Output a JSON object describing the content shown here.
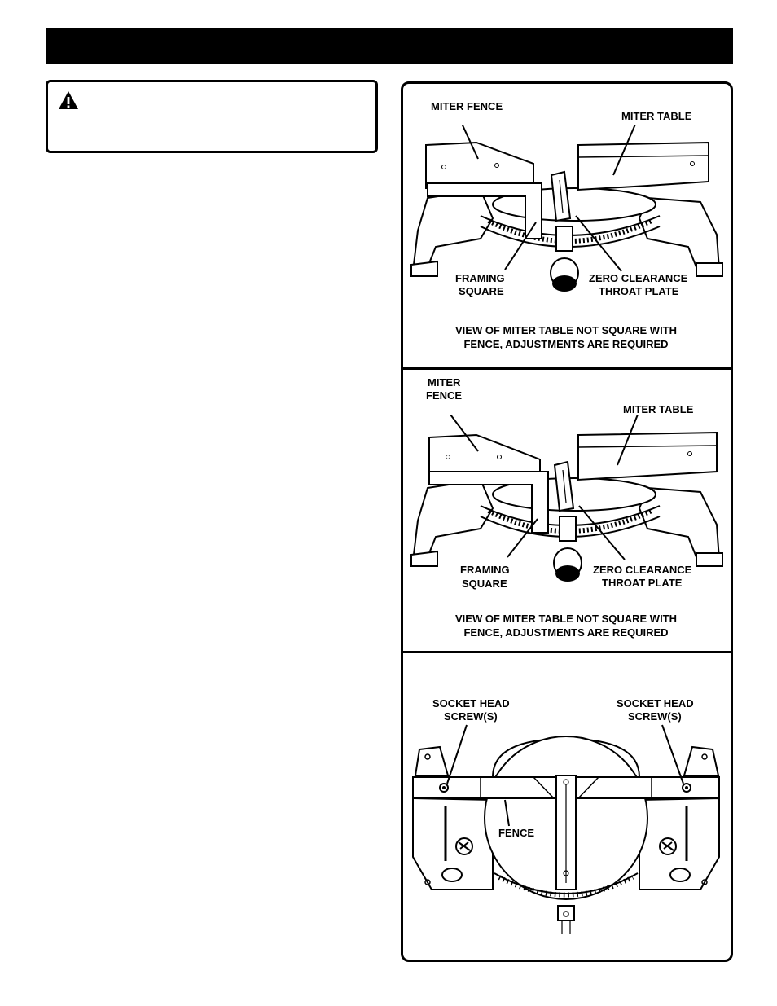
{
  "warning": {
    "icon": "warning-triangle-icon"
  },
  "panel1": {
    "labels": {
      "miter_fence": "MITER FENCE",
      "miter_table": "MITER TABLE",
      "framing_square_1": "FRAMING",
      "framing_square_2": "SQUARE",
      "zero_clearance_1": "ZERO CLEARANCE",
      "zero_clearance_2": "THROAT PLATE"
    },
    "caption_1": "VIEW OF MITER TABLE NOT SQUARE WITH",
    "caption_2": "FENCE, ADJUSTMENTS ARE REQUIRED"
  },
  "panel2": {
    "labels": {
      "miter_fence_1": "MITER",
      "miter_fence_2": "FENCE",
      "miter_table": "MITER TABLE",
      "framing_square_1": "FRAMING",
      "framing_square_2": "SQUARE",
      "zero_clearance_1": "ZERO CLEARANCE",
      "zero_clearance_2": "THROAT PLATE"
    },
    "caption_1": "VIEW OF MITER TABLE NOT SQUARE WITH",
    "caption_2": "FENCE, ADJUSTMENTS ARE REQUIRED"
  },
  "panel3": {
    "labels": {
      "socket_left_1": "SOCKET HEAD",
      "socket_left_2": "SCREW(S)",
      "socket_right_1": "SOCKET HEAD",
      "socket_right_2": "SCREW(S)",
      "fence": "FENCE"
    }
  }
}
